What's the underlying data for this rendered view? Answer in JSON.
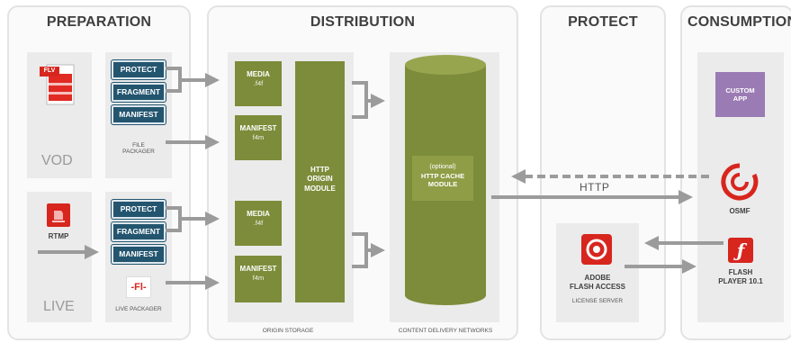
{
  "sections": {
    "preparation": "PREPARATION",
    "distribution": "DISTRIBUTION",
    "protect": "PROTECT",
    "consumption": "CONSUMPTION"
  },
  "preparation": {
    "vod": {
      "file_icon_text": "FLV",
      "label": "VOD",
      "buttons": [
        "PROTECT",
        "FRAGMENT",
        "MANIFEST"
      ],
      "packager_label": "FILE\nPACKAGER"
    },
    "live": {
      "source_label": "RTMP",
      "label": "LIVE",
      "buttons": [
        "PROTECT",
        "FRAGMENT",
        "MANIFEST"
      ],
      "packager_icon_text": "-Fl-",
      "packager_label": "LIVE PACKAGER"
    }
  },
  "distribution": {
    "media_top": {
      "title": "MEDIA",
      "ext": ".f4f"
    },
    "manifest_top": {
      "title": "MANIFEST",
      "ext": "f4m"
    },
    "media_bottom": {
      "title": "MEDIA",
      "ext": ".f4f"
    },
    "manifest_bottom": {
      "title": "MANIFEST",
      "ext": "f4m"
    },
    "origin_module": "HTTP\nORIGIN\nMODULE",
    "cache_optional": "(optional)",
    "cache_module": "HTTP CACHE\nMODULE",
    "origin_storage_label": "ORIGIN STORAGE",
    "cdn_label": "CONTENT DELIVERY NETWORKS",
    "http_label": "HTTP"
  },
  "protect": {
    "product": "ADOBE\nFLASH ACCESS",
    "caption": "LICENSE SERVER"
  },
  "consumption": {
    "custom_app": "CUSTOM\nAPP",
    "osmf": "OSMF",
    "flash_player": "FLASH\nPLAYER 10.1"
  },
  "colors": {
    "blue_button": "#23556f",
    "olive": "#7c8c3a",
    "olive_light": "#97a54e",
    "arrow_gray": "#9b9b9b",
    "purple": "#9b7bb3",
    "red": "#d7261e"
  }
}
